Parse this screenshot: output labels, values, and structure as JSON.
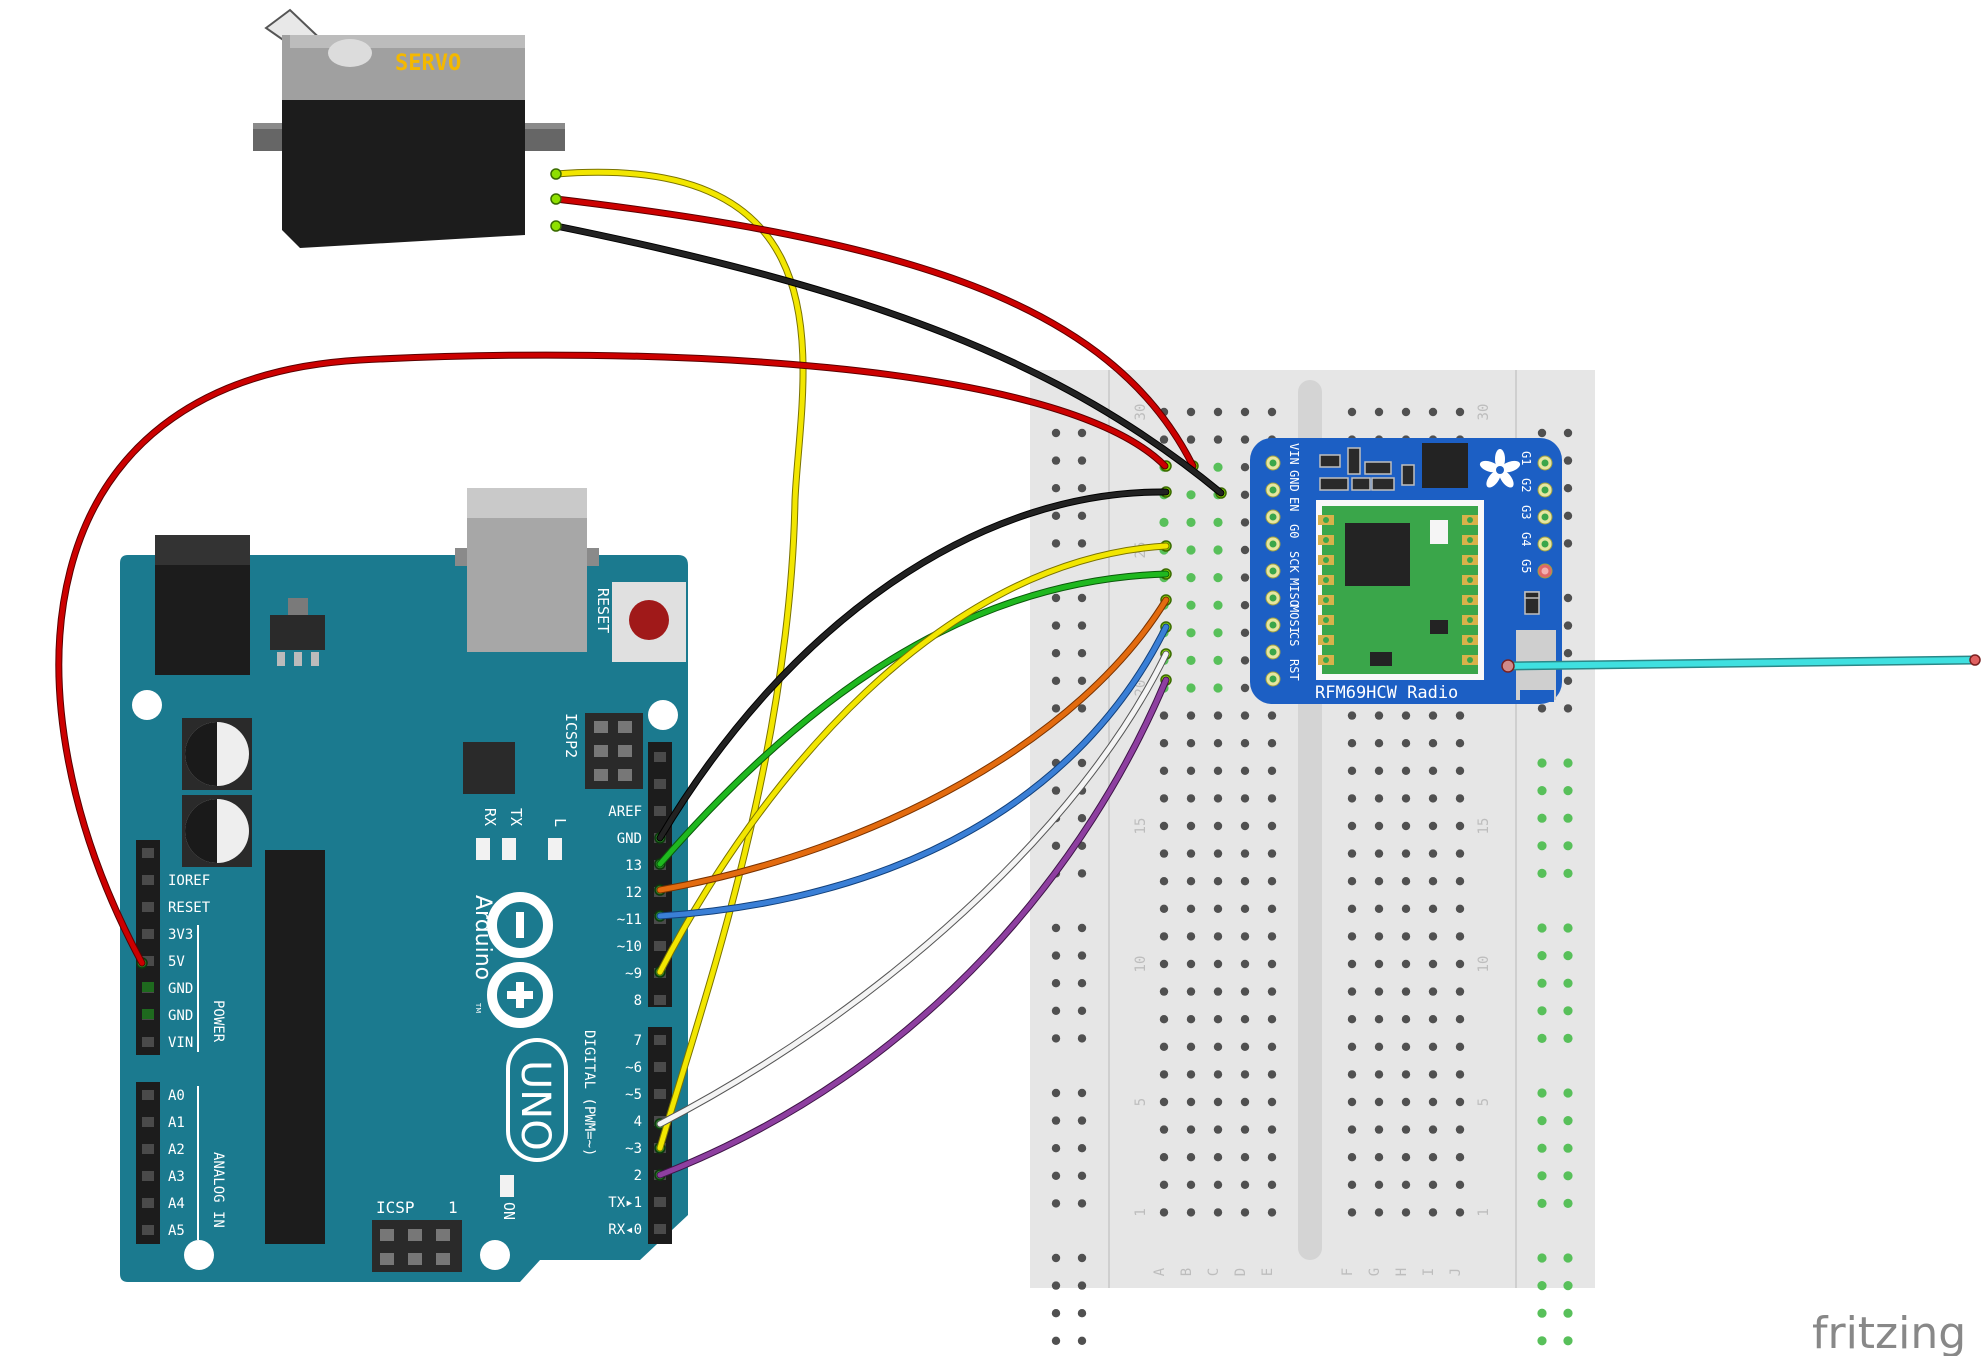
{
  "servo": {
    "label": "SERVO"
  },
  "arduino": {
    "reset_label": "RESET",
    "icsp2_label": "ICSP2",
    "icsp_label": "ICSP",
    "icsp_pin1": "1",
    "tx_label": "TX",
    "rx_label": "RX",
    "l_label": "L",
    "on_label": "ON",
    "brand": "Arduino",
    "trademark": "TM",
    "model": "UNO",
    "digital_label": "DIGITAL (PWM=~)",
    "power_label": "POWER",
    "analog_label": "ANALOG IN",
    "power_pins": [
      "IOREF",
      "RESET",
      "3V3",
      "5V",
      "GND",
      "GND",
      "VIN"
    ],
    "analog_pins": [
      "A0",
      "A1",
      "A2",
      "A3",
      "A4",
      "A5"
    ],
    "digital_top": [
      "AREF",
      "GND",
      "13",
      "12",
      "~11",
      "~10",
      "~9",
      "8"
    ],
    "digital_bottom": [
      "7",
      "~6",
      "~5",
      "4",
      "~3",
      "2",
      "TX▸1",
      "RX◂0"
    ]
  },
  "breadboard": {
    "row_numbers": [
      "30",
      "25",
      "20",
      "15",
      "10",
      "5",
      "1"
    ],
    "cols_left": [
      "A",
      "B",
      "C",
      "D",
      "E"
    ],
    "cols_right": [
      "F",
      "G",
      "H",
      "I",
      "J"
    ]
  },
  "radio": {
    "name": "RFM69HCW Radio",
    "left_pins": [
      "VIN",
      "GND",
      "EN",
      "G0",
      "SCK",
      "MISO",
      "MOSI",
      "CS",
      "RST"
    ],
    "right_pins": [
      "G1",
      "G2",
      "G3",
      "G4",
      "G5"
    ]
  },
  "fritzing": {
    "logo": "fritzing"
  },
  "colors": {
    "arduino_board": "#1b7a8f",
    "breadboard": "#e6e6e6",
    "radio_board": "#1c5fc4",
    "wire_red": "#cc0000",
    "wire_yellow": "#f2e600",
    "wire_black": "#222222",
    "wire_green": "#1fb81f",
    "wire_orange": "#e36b0f",
    "wire_blue": "#3a7fd6",
    "wire_white": "#f0f0f0",
    "wire_purple": "#8e3fa0",
    "antenna": "#3fe0e0"
  }
}
